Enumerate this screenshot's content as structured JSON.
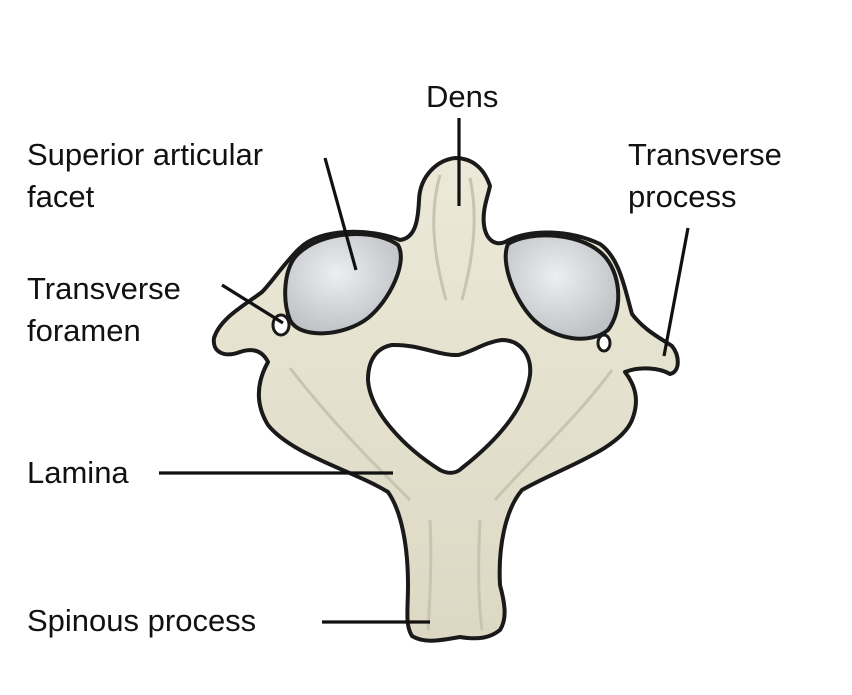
{
  "labels": {
    "dens": "Dens",
    "superior_articular_facet": [
      "Superior articular",
      "facet"
    ],
    "transverse_process": [
      "Transverse",
      "process"
    ],
    "transverse_foramen": [
      "Transverse",
      "foramen"
    ],
    "lamina": "Lamina",
    "spinous_process": "Spinous process"
  },
  "colors": {
    "bone": "#e4e1cf",
    "bone_shadow": "#c9c5b0",
    "outline": "#1a1a1a",
    "facet": "#d4d6d8",
    "leader": "#111111"
  }
}
